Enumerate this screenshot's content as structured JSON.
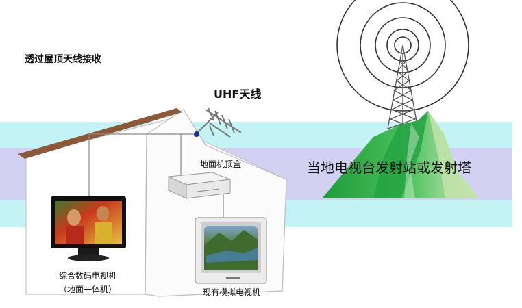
{
  "title": "透过屋顶天线接收",
  "labels": {
    "antenna": "UHF天线",
    "set_top_box": "地面机顶盒",
    "transmitter": "当地电视台发射站或发射塔",
    "digital_tv_line1": "综合数码电视机",
    "digital_tv_line2": "（地面一体机）",
    "analog_tv": "现有模拟电视机"
  },
  "colors": {
    "band_cyan": "#c3f3f5",
    "band_lavender": "#d3d1f2",
    "roof": "#8c5836",
    "wall": "#ffffff",
    "mountain": "#2fae4e",
    "mountain_light": "#cfe9b8",
    "tower": "#555555"
  }
}
